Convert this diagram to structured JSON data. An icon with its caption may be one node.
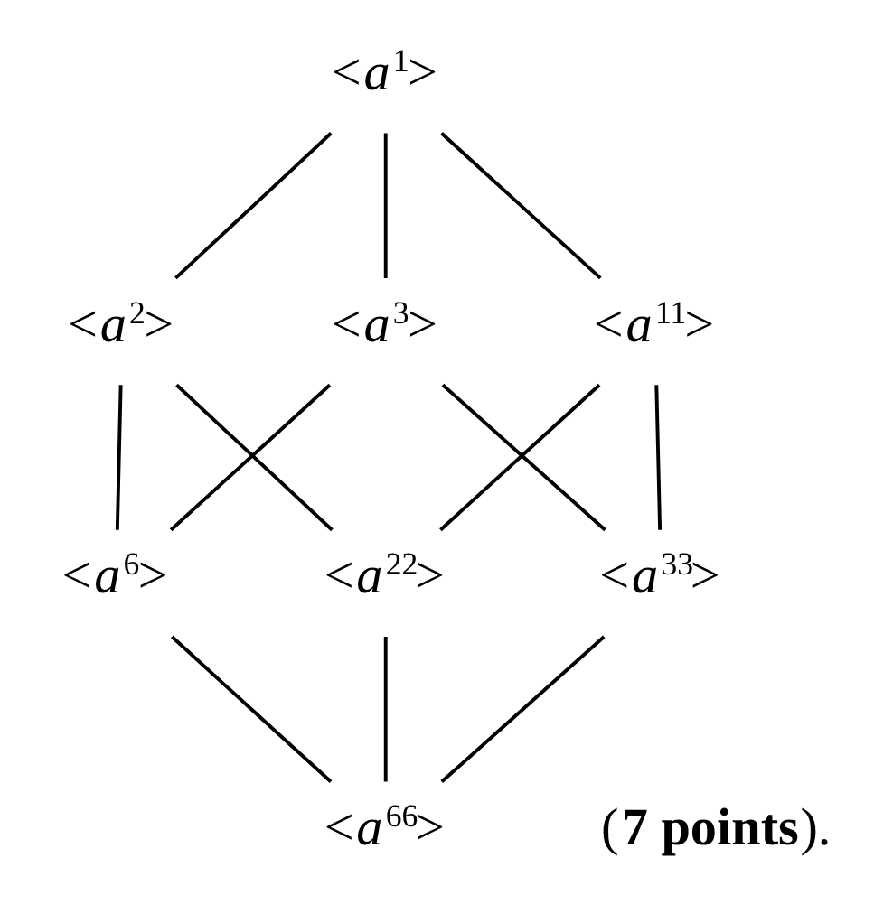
{
  "diagram": {
    "nodes": [
      {
        "text": [
          "<a$^{1}$>"
        ]
      },
      {
        "text": [
          "<a$^{2}$>"
        ]
      },
      {
        "text": [
          "<a$^{3}$>"
        ]
      },
      {
        "text": [
          "<a$^{11}$>"
        ]
      },
      {
        "text": [
          "<a$^{6}$>"
        ]
      },
      {
        "text": [
          "<a$^{22}$>"
        ]
      },
      {
        "text": [
          "<a$^{33}$>"
        ]
      },
      {
        "text": [
          "<a$^{66}$>"
        ]
      }
    ],
    "edges": [
      {
        "from": 0,
        "to": 1,
        "arrow": "none"
      },
      {
        "from": 0,
        "to": 2,
        "arrow": "none"
      },
      {
        "from": 0,
        "to": 3,
        "arrow": "none"
      },
      {
        "from": 1,
        "to": 4,
        "arrow": "none"
      },
      {
        "from": 1,
        "to": 5,
        "arrow": "none"
      },
      {
        "from": 2,
        "to": 4,
        "arrow": "none"
      },
      {
        "from": 2,
        "to": 6,
        "arrow": "none"
      },
      {
        "from": 3,
        "to": 5,
        "arrow": "none"
      },
      {
        "from": 3,
        "to": 6,
        "arrow": "none"
      },
      {
        "from": 4,
        "to": 7,
        "arrow": "none"
      },
      {
        "from": 5,
        "to": 7,
        "arrow": "none"
      },
      {
        "from": 6,
        "to": 7,
        "arrow": "none"
      }
    ],
    "labels": [
      "(**7 points**)."
    ]
  }
}
